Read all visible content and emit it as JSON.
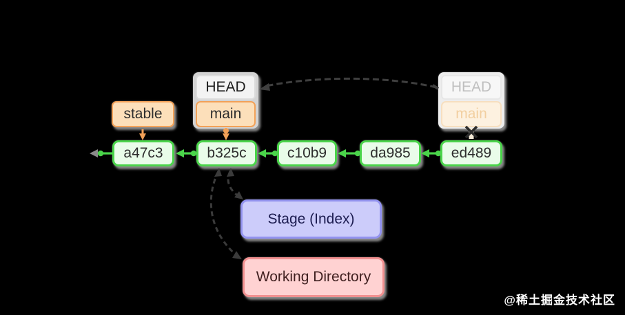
{
  "colors": {
    "background": "#000000",
    "commit_green": "#4ad44a",
    "commit_fill": "#e9fce9",
    "branch_orange": "#f2a158",
    "branch_fill": "#fcdfba",
    "head_fill": "#f3f3f3",
    "head_group_panel": "#d3d3d3",
    "old_head_group_panel": "#ededed",
    "stage_border": "#9393ef",
    "stage_fill": "#ccccfa",
    "working_border": "#f19090",
    "working_fill": "#ffd2d2",
    "dashed_arrow": "#3f3f3f",
    "watermark_text": "#ffffff"
  },
  "labels": {
    "stable": "stable",
    "head": "HEAD",
    "main": "main",
    "old_head": "HEAD",
    "old_main": "main"
  },
  "commits": [
    {
      "id": "a47c3"
    },
    {
      "id": "b325c"
    },
    {
      "id": "c10b9"
    },
    {
      "id": "da985"
    },
    {
      "id": "ed489"
    }
  ],
  "areas": {
    "stage": "Stage (Index)",
    "working_directory": "Working Directory"
  },
  "watermark": "@稀土掘金技术社区"
}
